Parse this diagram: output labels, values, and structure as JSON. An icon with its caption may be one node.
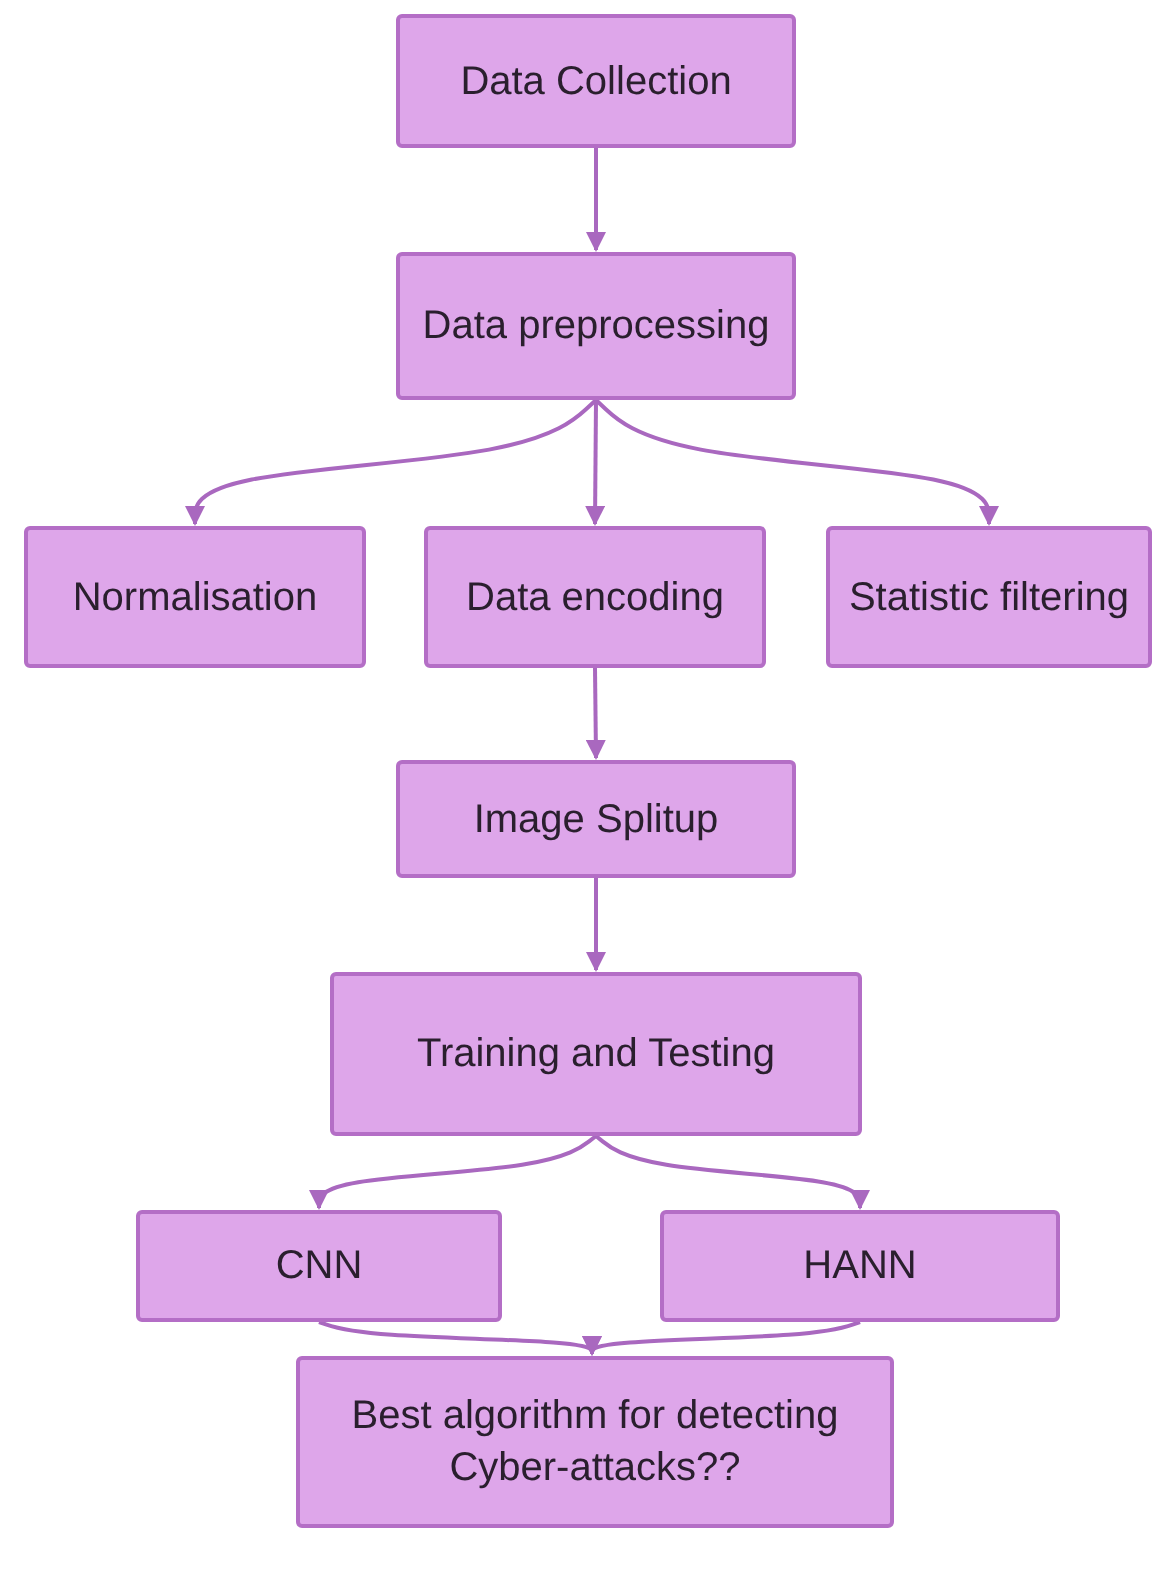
{
  "diagram": {
    "nodes": [
      {
        "text": [
          "Data Collection"
        ]
      },
      {
        "text": [
          "Data preprocessing"
        ]
      },
      {
        "text": [
          "Normalisation"
        ]
      },
      {
        "text": [
          "Data encoding"
        ]
      },
      {
        "text": [
          "Statistic filtering"
        ]
      },
      {
        "text": [
          "Image Splitup"
        ]
      },
      {
        "text": [
          "Training and Testing"
        ]
      },
      {
        "text": [
          "CNN"
        ]
      },
      {
        "text": [
          "HANN"
        ]
      },
      {
        "text": [
          "Best algorithm for detecting Cyber-attacks??"
        ]
      }
    ],
    "edges": [
      {
        "from": 0,
        "to": 1,
        "arrow": "to"
      },
      {
        "from": 1,
        "to": 2,
        "arrow": "to"
      },
      {
        "from": 1,
        "to": 3,
        "arrow": "to"
      },
      {
        "from": 1,
        "to": 4,
        "arrow": "to"
      },
      {
        "from": 3,
        "to": 5,
        "arrow": "to"
      },
      {
        "from": 5,
        "to": 6,
        "arrow": "to"
      },
      {
        "from": 6,
        "to": 7,
        "arrow": "to"
      },
      {
        "from": 6,
        "to": 8,
        "arrow": "to"
      },
      {
        "from": 7,
        "to": 9,
        "arrow": "to"
      },
      {
        "from": 8,
        "to": 9,
        "arrow": "to"
      }
    ]
  }
}
